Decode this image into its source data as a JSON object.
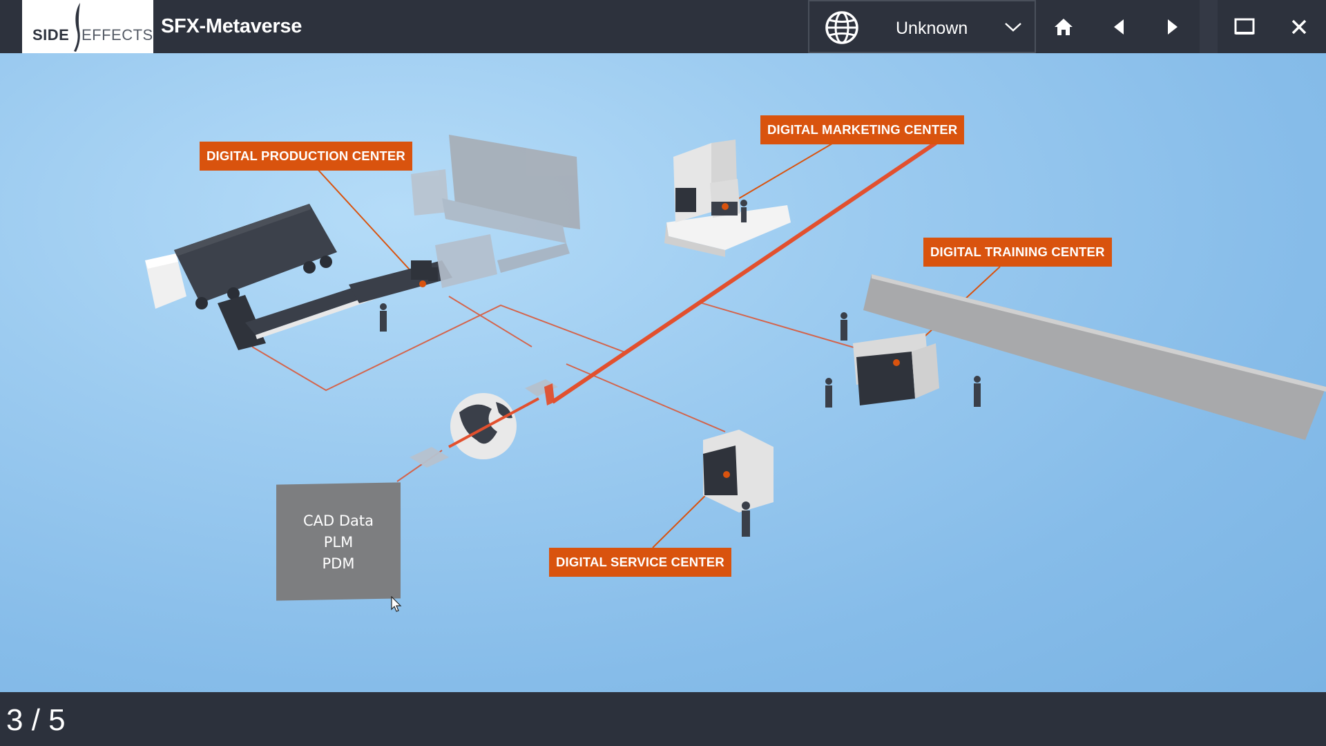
{
  "app": {
    "title": "SFX-Metaverse",
    "logo": {
      "text_bold": "SIDE",
      "text_light": "EFFECTS"
    }
  },
  "toolbar": {
    "language": {
      "value": "Unknown",
      "icon": "globe-icon"
    },
    "icons": [
      "home-icon",
      "previous-icon",
      "next-icon",
      "maximize-icon",
      "close-icon"
    ]
  },
  "scene": {
    "labels": {
      "production": "DIGITAL PRODUCTION CENTER",
      "marketing": "DIGITAL MARKETING CENTER",
      "training": "DIGITAL TRAINING CENTER",
      "service": "DIGITAL SERVICE CENTER"
    },
    "data_card": {
      "lines": [
        "CAD Data",
        "PLM",
        "PDM"
      ]
    }
  },
  "footer": {
    "page_indicator": "3 / 5"
  },
  "colors": {
    "accent": "#d9530e",
    "topbar": "#2d323d",
    "sky": "#9ccbf0"
  }
}
